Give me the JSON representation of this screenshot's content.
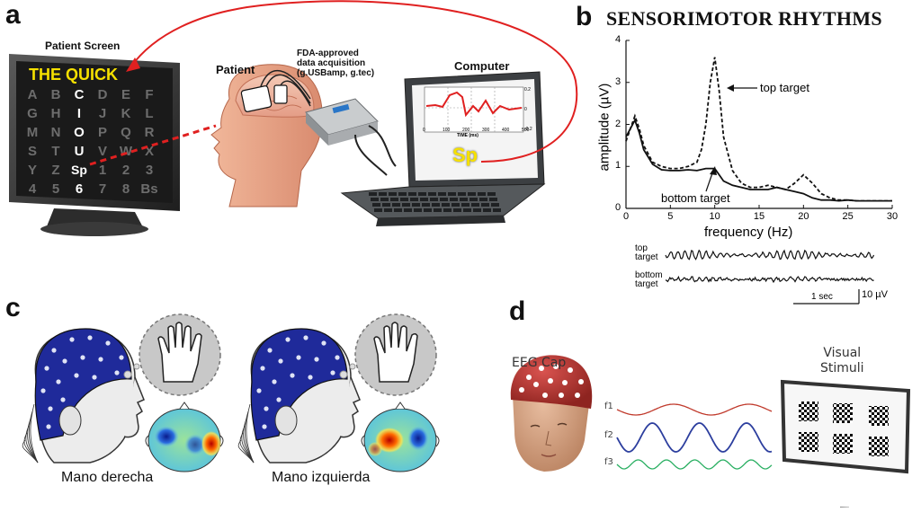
{
  "panels": {
    "a": {
      "letter": "a",
      "patient_screen_label": "Patient Screen",
      "screen_text": "THE QUICK",
      "grid_rows": [
        [
          "A",
          "B",
          "C",
          "D",
          "E",
          "F"
        ],
        [
          "G",
          "H",
          "I",
          "J",
          "K",
          "L"
        ],
        [
          "M",
          "N",
          "O",
          "P",
          "Q",
          "R"
        ],
        [
          "S",
          "T",
          "U",
          "V",
          "W",
          "X"
        ],
        [
          "Y",
          "Z",
          "Sp",
          "1",
          "2",
          "3"
        ],
        [
          "4",
          "5",
          "6",
          "7",
          "8",
          "Bs"
        ]
      ],
      "patient_label": "Patient",
      "device_label_line1": "FDA-approved",
      "device_label_line2": "data acquisition",
      "device_label_line3": "(g.USBamp, g.tec)",
      "computer_label": "Computer",
      "laptop_output": "Sp",
      "mini_plot_xlabel": "TIME (ms)",
      "mini_plot_ticks": [
        "0",
        "100",
        "200",
        "300",
        "400",
        "500"
      ],
      "mini_plot_yticks": [
        "0.2",
        "0",
        "-0.2"
      ]
    },
    "b": {
      "letter": "b",
      "title": "SENSORIMOTOR RHYTHMS",
      "top_trace_label_line1": "top",
      "top_trace_label_line2": "target",
      "bottom_trace_label_line1": "bottom",
      "bottom_trace_label_line2": "target",
      "scale_time": "1 sec",
      "scale_amp": "10 µV"
    },
    "c": {
      "letter": "c",
      "caption_left": "Mano derecha",
      "caption_right": "Mano izquierda"
    },
    "d": {
      "letter": "d",
      "eeg_cap_label": "EEG Cap",
      "visual_label_line1": "Visual",
      "visual_label_line2": "Stimuli",
      "freq_labels": [
        "f1",
        "f2",
        "f3"
      ],
      "wave_colors": [
        "#c0392b",
        "#2c3e9e",
        "#27ae60"
      ]
    }
  },
  "chart_data": {
    "type": "line",
    "title": "SENSORIMOTOR RHYTHMS",
    "xlabel": "frequency (Hz)",
    "ylabel": "amplitude (µV)",
    "xlim": [
      0,
      30
    ],
    "ylim": [
      0,
      4
    ],
    "xticks": [
      "0",
      "5",
      "10",
      "15",
      "20",
      "25",
      "30"
    ],
    "yticks": [
      "0",
      "1",
      "2",
      "3",
      "4"
    ],
    "series": [
      {
        "name": "top target",
        "style": "dashed",
        "x": [
          0,
          0.5,
          1,
          1.5,
          2,
          3,
          4,
          5,
          6,
          7,
          8,
          8.5,
          9,
          9.5,
          10,
          10.5,
          11,
          12,
          13,
          14,
          15,
          16,
          17,
          18,
          19,
          20,
          21,
          22,
          23,
          24,
          25,
          26,
          27,
          28,
          29,
          30
        ],
        "y": [
          1.6,
          1.9,
          2.2,
          1.9,
          1.5,
          1.1,
          1.0,
          0.95,
          0.95,
          1.0,
          1.1,
          1.4,
          2.0,
          3.0,
          3.6,
          2.8,
          1.7,
          0.9,
          0.6,
          0.5,
          0.5,
          0.55,
          0.5,
          0.45,
          0.6,
          0.8,
          0.6,
          0.35,
          0.25,
          0.2,
          0.2,
          0.18,
          0.18,
          0.18,
          0.18,
          0.18
        ]
      },
      {
        "name": "bottom target",
        "style": "solid",
        "x": [
          0,
          0.5,
          1,
          1.5,
          2,
          3,
          4,
          5,
          6,
          7,
          8,
          9,
          9.5,
          10,
          10.5,
          11,
          12,
          13,
          14,
          15,
          16,
          17,
          18,
          19,
          20,
          21,
          22,
          23,
          24,
          25,
          26,
          27,
          28,
          29,
          30
        ],
        "y": [
          1.7,
          1.9,
          2.1,
          1.8,
          1.4,
          1.05,
          0.92,
          0.9,
          0.9,
          0.92,
          0.9,
          0.95,
          0.95,
          0.95,
          0.8,
          0.65,
          0.55,
          0.5,
          0.45,
          0.45,
          0.45,
          0.5,
          0.45,
          0.4,
          0.35,
          0.25,
          0.2,
          0.2,
          0.18,
          0.2,
          0.18,
          0.18,
          0.18,
          0.18,
          0.18
        ]
      }
    ],
    "annotations": [
      "top target",
      "bottom target"
    ]
  }
}
